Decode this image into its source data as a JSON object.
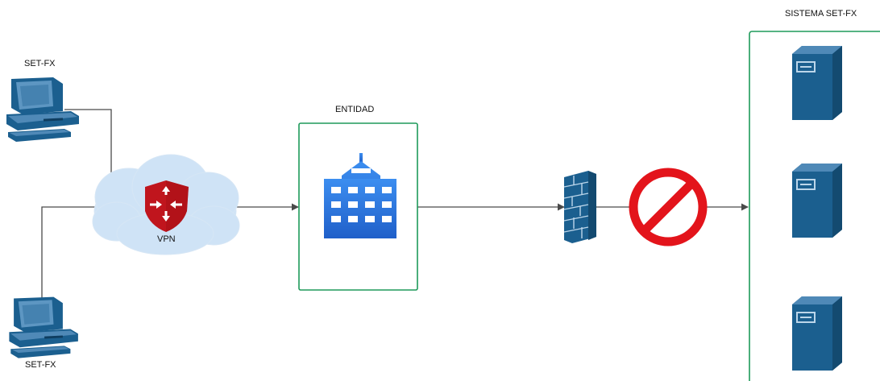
{
  "labels": {
    "set_fx_top": "SET-FX",
    "set_fx_bottom": "SET-FX",
    "vpn": "VPN",
    "entidad": "ENTIDAD",
    "sistema": "SISTEMA SET-FX"
  },
  "nodes": [
    {
      "id": "workstation-top",
      "icon": "desktop-computer-icon",
      "label_key": "set_fx_top"
    },
    {
      "id": "workstation-bottom",
      "icon": "desktop-computer-icon",
      "label_key": "set_fx_bottom"
    },
    {
      "id": "vpn",
      "icon": "vpn-router-shield-icon",
      "container": "cloud-shape",
      "label_key": "vpn"
    },
    {
      "id": "entidad",
      "icon": "office-building-icon",
      "label_key": "entidad"
    },
    {
      "id": "firewall",
      "icon": "firewall-brick-wall-icon"
    },
    {
      "id": "blocked",
      "icon": "prohibited-sign-icon"
    },
    {
      "id": "sistema",
      "icon": "server-tower-icon",
      "count": 3,
      "label_key": "sistema"
    }
  ],
  "edges": [
    {
      "from": "workstation-top",
      "to": "vpn"
    },
    {
      "from": "workstation-bottom",
      "to": "vpn"
    },
    {
      "from": "vpn",
      "to": "entidad"
    },
    {
      "from": "entidad",
      "to": "firewall"
    },
    {
      "from": "firewall",
      "to": "sistema",
      "blocked": true
    }
  ],
  "colors": {
    "box_border": "#1e9a5a",
    "cloud_fill": "#cfe3f6",
    "cloud_stroke": "#d6e6f5",
    "shield": "#c0151d",
    "building": "#2d74dc",
    "network_blue": "#1b5f8f",
    "prohibited": "#e3141b",
    "line": "#4a4a4a"
  }
}
